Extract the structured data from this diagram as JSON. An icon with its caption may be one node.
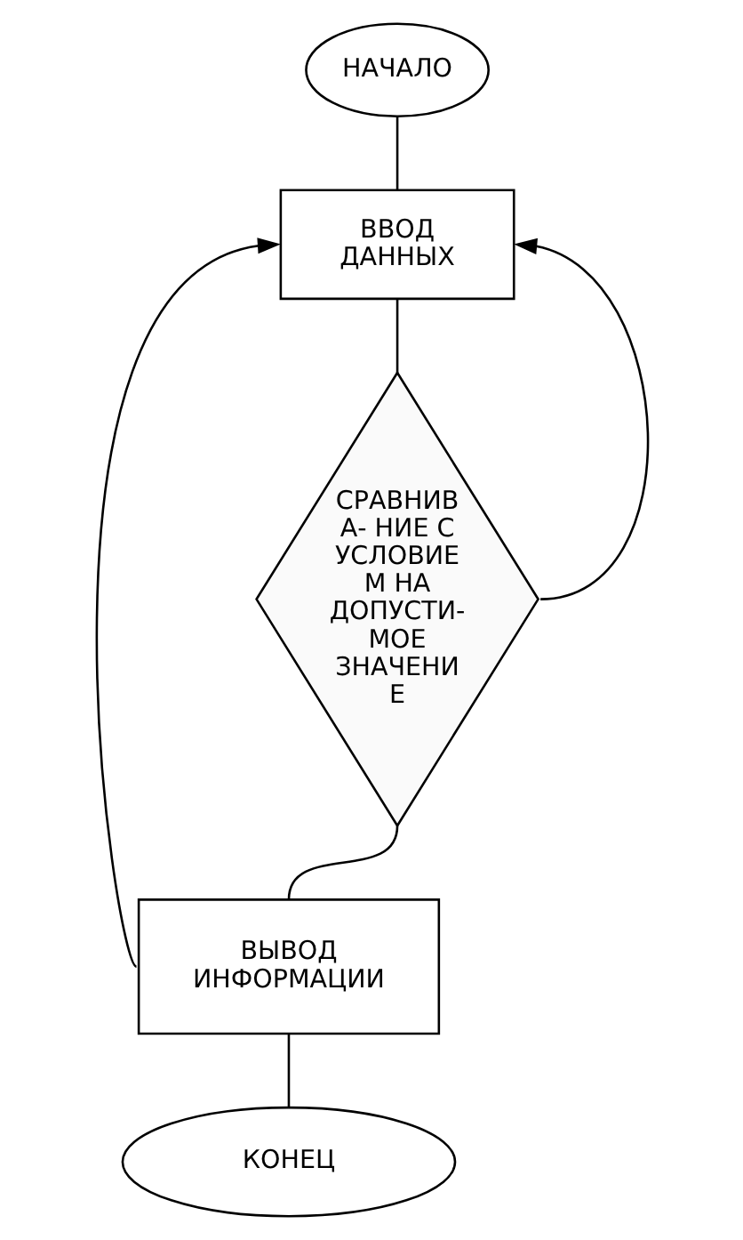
{
  "diagram": {
    "nodes": [
      {
        "text": [
          "НАЧАЛО"
        ]
      },
      {
        "text": [
          "ВВОД ДАННЫХ"
        ]
      },
      {
        "text": [
          "СРАВНИВ А- НИЕ С УСЛОВИЕ М НА ДОПУСТИ- МОЕ ЗНАЧЕНИ Е"
        ]
      },
      {
        "text": [
          "ВЫВОД ИНФОРМАЦИИ"
        ]
      },
      {
        "text": [
          "КОНЕЦ"
        ]
      }
    ],
    "edges": [
      {
        "from": 0,
        "to": 1,
        "arrow": "none"
      },
      {
        "from": 1,
        "to": 2,
        "arrow": "none"
      },
      {
        "from": 2,
        "to": 1,
        "arrow": "to"
      },
      {
        "from": 2,
        "to": 3,
        "arrow": "none"
      },
      {
        "from": 3,
        "to": 1,
        "arrow": "to"
      },
      {
        "from": 3,
        "to": 4,
        "arrow": "none"
      }
    ]
  }
}
